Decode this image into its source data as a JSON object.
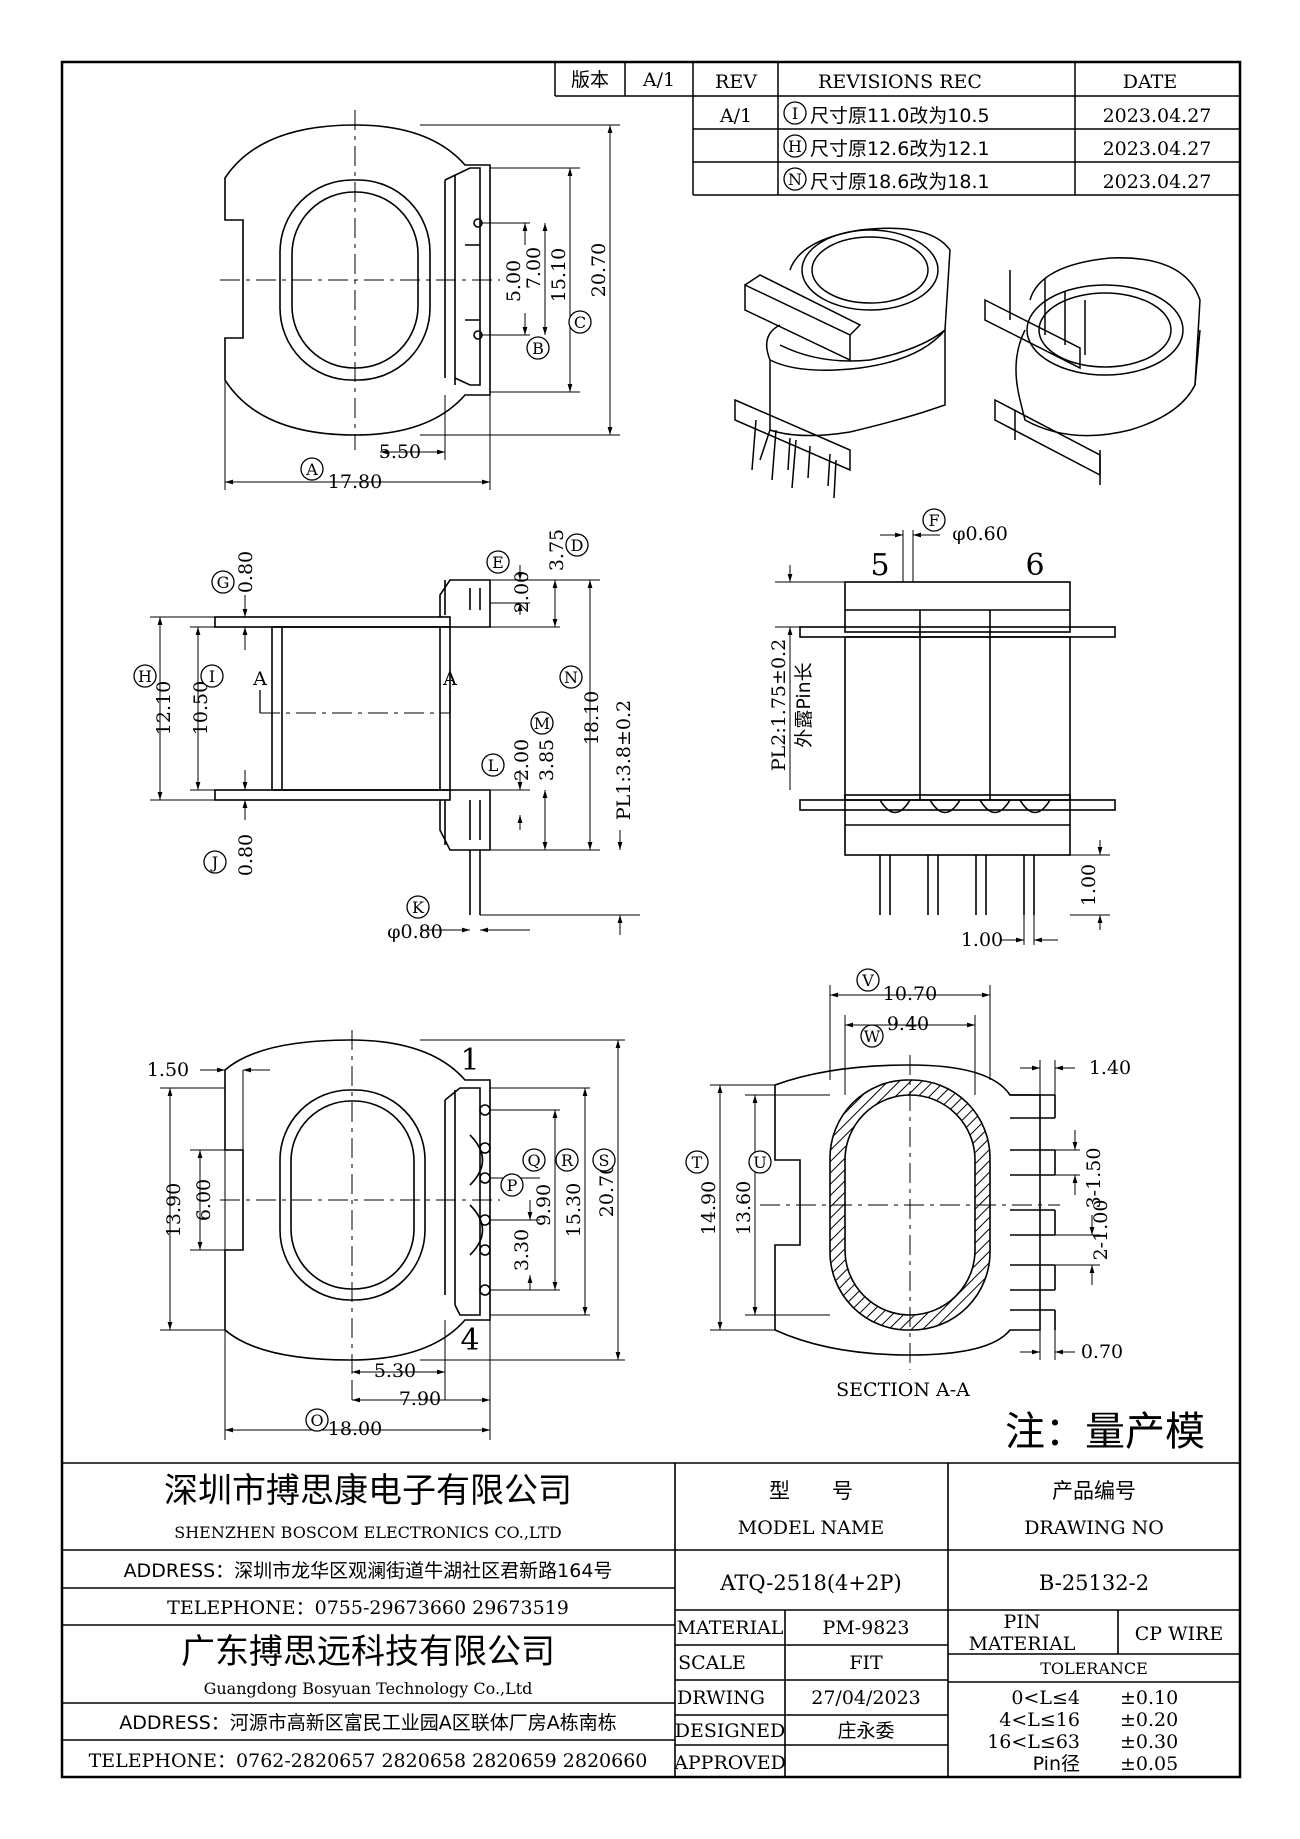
{
  "revision": {
    "version_label": "版本",
    "version_value": "A/1",
    "rev_header": "REV",
    "revisions_header": "REVISIONS REC",
    "date_header": "DATE",
    "rev_value": "A/1",
    "rows": [
      {
        "mark": "I",
        "text": "尺寸原11.0改为10.5",
        "date": "2023.04.27"
      },
      {
        "mark": "H",
        "text": "尺寸原12.6改为12.1",
        "date": "2023.04.27"
      },
      {
        "mark": "N",
        "text": "尺寸原18.6改为18.1",
        "date": "2023.04.27"
      }
    ]
  },
  "dims": {
    "top": {
      "d5_00": "5.00",
      "d7_00": "7.00",
      "d15_10": "15.10",
      "d20_70": "20.70",
      "d5_50": "5.50",
      "d17_80": "17.80",
      "mA": "A",
      "mB": "B",
      "mC": "C"
    },
    "side": {
      "d0_80a": "0.80",
      "d0_80b": "0.80",
      "d2_00a": "2.00",
      "d3_75": "3.75",
      "d12_10": "12.10",
      "d10_50": "10.50",
      "d2_00b": "2.00",
      "d3_85": "3.85",
      "d18_10": "18.10",
      "pl1": "PL1:3.8±0.2",
      "d0_80pin": "φ0.80",
      "secA1": "A",
      "secA2": "A",
      "mG": "G",
      "mE": "E",
      "mD": "D",
      "mH": "H",
      "mI": "I",
      "mN": "N",
      "mM": "M",
      "mL": "L",
      "mJ": "J",
      "mK": "K"
    },
    "front": {
      "pin5": "5",
      "pin6": "6",
      "f0_60": "φ0.60",
      "pl2": "PL2:1.75±0.2",
      "pl2b": "外露Pin长",
      "d1_00a": "1.00",
      "d1_00b": "1.00",
      "mF": "F"
    },
    "bottom": {
      "d1_50": "1.50",
      "pin1": "1",
      "pin4": "4",
      "d13_90": "13.90",
      "d6_00": "6.00",
      "d3_30": "3.30",
      "d9_90": "9.90",
      "d15_30": "15.30",
      "d20_70": "20.70",
      "d5_30": "5.30",
      "d7_90": "7.90",
      "d18_00": "18.00",
      "mP": "P",
      "mQ": "Q",
      "mR": "R",
      "mS": "S",
      "mO": "O"
    },
    "section": {
      "d10_70": "10.70",
      "d9_40": "9.40",
      "d1_40": "1.40",
      "d14_90": "14.90",
      "d13_60": "13.60",
      "d3_1_50": "3-1.50",
      "d2_1_00": "2-1.00",
      "d0_70": "0.70",
      "label": "SECTION A-A",
      "mV": "V",
      "mW": "W",
      "mT": "T",
      "mU": "U"
    }
  },
  "note": "注：量产模",
  "title_block": {
    "company1_cn": "深圳市搏思康电子有限公司",
    "company1_en": "SHENZHEN BOSCOM ELECTRONICS CO.,LTD",
    "address1": "ADDRESS：深圳市龙华区观澜街道牛湖社区君新路164号",
    "telephone1": "TELEPHONE：0755-29673660 29673519",
    "company2_cn": "广东搏思远科技有限公司",
    "company2_en": "Guangdong Bosyuan Technology Co.,Ltd",
    "address2": "ADDRESS：河源市高新区富民工业园A区联体厂房A栋南栋",
    "telephone2": "TELEPHONE：0762-2820657 2820658 2820659 2820660",
    "model_cn": "型　　号",
    "model_en": "MODEL NAME",
    "model_value": "ATQ-2518(4+2P)",
    "drawing_cn": "产品编号",
    "drawing_en": "DRAWING NO",
    "drawing_value": "B-25132-2",
    "material_label": "MATERIAL",
    "material_value": "PM-9823",
    "scale_label": "SCALE",
    "scale_value": "FIT",
    "drwing_label": "DRWING",
    "drwing_value": "27/04/2023",
    "designed_label": "DESIGNED",
    "designed_value": "庄永委",
    "approved_label": "APPROVED",
    "approved_value": "",
    "pin_label": "PIN",
    "pin_material_label": "MATERIAL",
    "pin_material_value": "CP WIRE",
    "tolerance_label": "TOLERANCE",
    "tolerances": [
      {
        "range": "0<L≤4",
        "value": "±0.10"
      },
      {
        "range": "4<L≤16",
        "value": "±0.20"
      },
      {
        "range": "16<L≤63",
        "value": "±0.30"
      },
      {
        "range": "Pin径",
        "value": "±0.05"
      }
    ]
  }
}
